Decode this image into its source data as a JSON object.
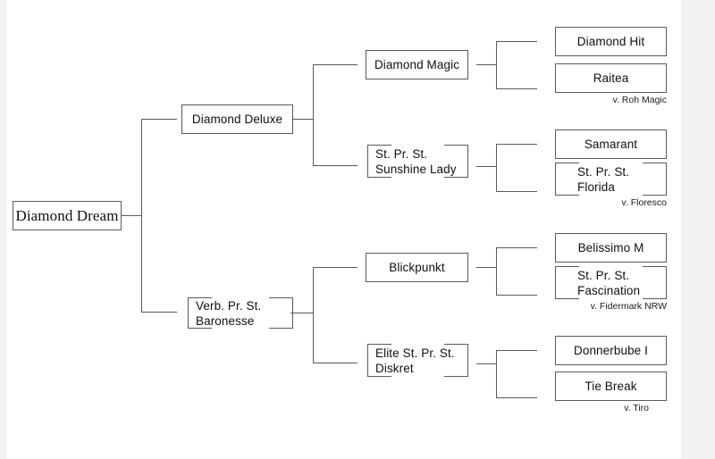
{
  "diagram": {
    "type": "pedigree-bracket-chart",
    "title_subject": "Diamond Dream",
    "background": "#ffffff",
    "page_background": "#f1f2f4",
    "line_color": "#555b60",
    "text_color": "#101010"
  },
  "generations": {
    "gen1": [
      {
        "id": "diamond-dream",
        "label": "Diamond Dream",
        "style": "solid"
      }
    ],
    "gen2": [
      {
        "id": "diamond-deluxe",
        "label": "Diamond Deluxe",
        "style": "solid"
      },
      {
        "id": "verb-pr-st-baronesse",
        "label": "Verb. Pr. St.\nBaronesse",
        "style": "broken"
      }
    ],
    "gen3": [
      {
        "id": "diamond-magic",
        "label": "Diamond Magic",
        "style": "solid"
      },
      {
        "id": "st-pr-st-sunshine-lady",
        "label": "St. Pr. St.\nSunshine Lady",
        "style": "broken"
      },
      {
        "id": "blickpunkt",
        "label": "Blickpunkt",
        "style": "solid"
      },
      {
        "id": "elite-st-pr-st-diskret",
        "label": "Elite St. Pr. St.\nDiskret",
        "style": "broken"
      }
    ],
    "gen4": [
      {
        "id": "diamond-hit",
        "label": "Diamond Hit",
        "style": "solid"
      },
      {
        "id": "raitea",
        "label": "Raitea",
        "style": "solid"
      },
      {
        "id": "samarant",
        "label": "Samarant",
        "style": "solid"
      },
      {
        "id": "st-pr-st-florida",
        "label": "St. Pr. St.\nFlorida",
        "style": "broken"
      },
      {
        "id": "belissimo-m",
        "label": "Belissimo M",
        "style": "solid"
      },
      {
        "id": "st-pr-st-fascination",
        "label": "St. Pr. St.\nFascination",
        "style": "broken"
      },
      {
        "id": "donnerbube-i",
        "label": "Donnerbube I",
        "style": "solid"
      },
      {
        "id": "tie-break",
        "label": "Tie Break",
        "style": "solid"
      }
    ]
  },
  "annotations": [
    {
      "id": "annot-roh-magic",
      "label": "v. Roh Magic"
    },
    {
      "id": "annot-floresco",
      "label": "v. Floresco"
    },
    {
      "id": "annot-fidermark-nrw",
      "label": "v. Fidermark NRW"
    },
    {
      "id": "annot-tiro",
      "label": "v. Tiro"
    }
  ]
}
